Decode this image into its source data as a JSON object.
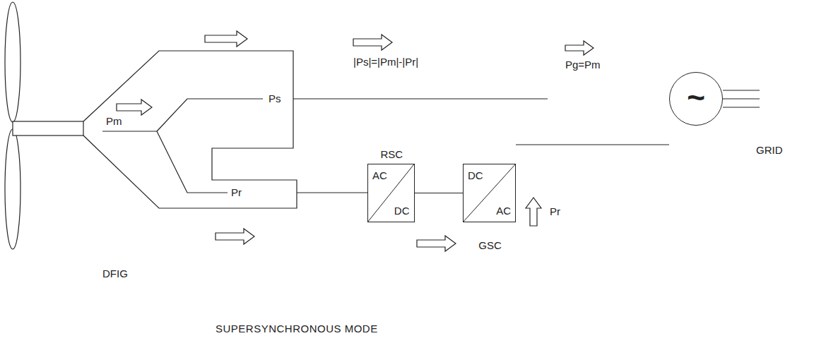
{
  "diagram": {
    "caption": "SUPERSYNCHRONOUS MODE",
    "nodes": [
      {
        "text": [
          "RSC",
          "AC",
          "DC"
        ]
      },
      {
        "text": [
          "DC",
          "AC",
          "GSC"
        ]
      },
      {
        "text": [
          "~"
        ]
      }
    ],
    "edges": [
      {
        "from": 0,
        "to": 1,
        "arrow": "none"
      },
      {
        "from": 1,
        "to": 2,
        "arrow": "none"
      }
    ],
    "labels": [
      "Pm",
      "Ps",
      "Pr",
      "|Ps|=|Pm|-|Pr|",
      "Pg=Pm",
      "Pr",
      "DFIG",
      "GRID"
    ]
  }
}
